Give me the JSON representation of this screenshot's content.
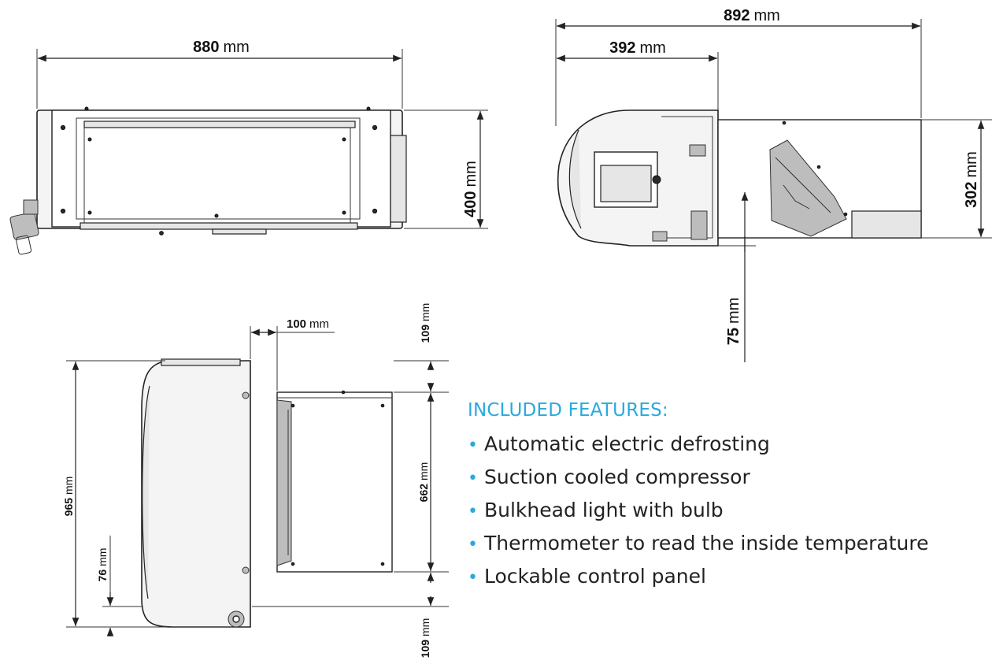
{
  "dimensions": {
    "front_width": {
      "value": "880",
      "unit": "mm"
    },
    "front_height": {
      "value": "400",
      "unit": "mm"
    },
    "side_total": {
      "value": "892",
      "unit": "mm"
    },
    "side_outer": {
      "value": "392",
      "unit": "mm"
    },
    "side_height": {
      "value": "302",
      "unit": "mm"
    },
    "side_bottom": {
      "value": "75",
      "unit": "mm"
    },
    "top_offset": {
      "value": "100",
      "unit": "mm"
    },
    "top_margin_top": {
      "value": "109",
      "unit": "mm"
    },
    "top_inner": {
      "value": "662",
      "unit": "mm"
    },
    "top_margin_bottom": {
      "value": "109",
      "unit": "mm"
    },
    "top_total": {
      "value": "965",
      "unit": "mm"
    },
    "top_foot": {
      "value": "76",
      "unit": "mm"
    }
  },
  "features": {
    "heading": "INCLUDED FEATURES:",
    "items": [
      "Automatic electric defrosting",
      "Suction cooled compressor",
      "Bulkhead light with bulb",
      "Thermometer to read the inside temperature",
      "Lockable control panel"
    ]
  },
  "colors": {
    "accent": "#29a9e0",
    "text": "#222222"
  }
}
